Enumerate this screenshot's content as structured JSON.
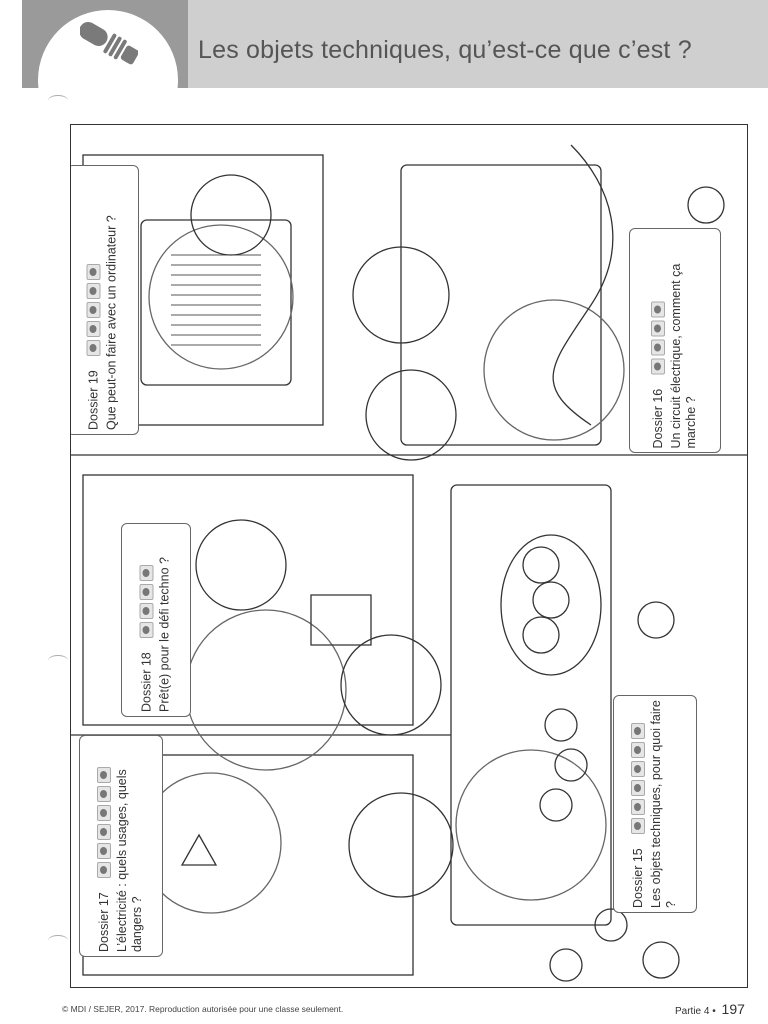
{
  "header": {
    "title": "Les objets techniques, qu’est-ce que c’est ?",
    "icon": "light-bulb-icon"
  },
  "dossiers": [
    {
      "number": "Dossier 19",
      "question": "Que peut-on faire avec un ordinateur ?"
    },
    {
      "number": "Dossier 16",
      "question": "Un circuit électrique, comment ça marche ?"
    },
    {
      "number": "Dossier 18",
      "question": "Prêt(e) pour le défi techno ?"
    },
    {
      "number": "Dossier 17",
      "question": "L’électricité : quels usages, quels dangers ?"
    },
    {
      "number": "Dossier 15",
      "question": "Les objets techniques, pour quoi faire ?"
    }
  ],
  "footer": {
    "copyright": "© MDI / SEJER, 2017. Reproduction autorisée pour une classe seulement.",
    "part": "Partie 4 •",
    "page": "197"
  },
  "colors": {
    "header_band": "#cfcfcf",
    "header_badge": "#9a9a9a"
  }
}
